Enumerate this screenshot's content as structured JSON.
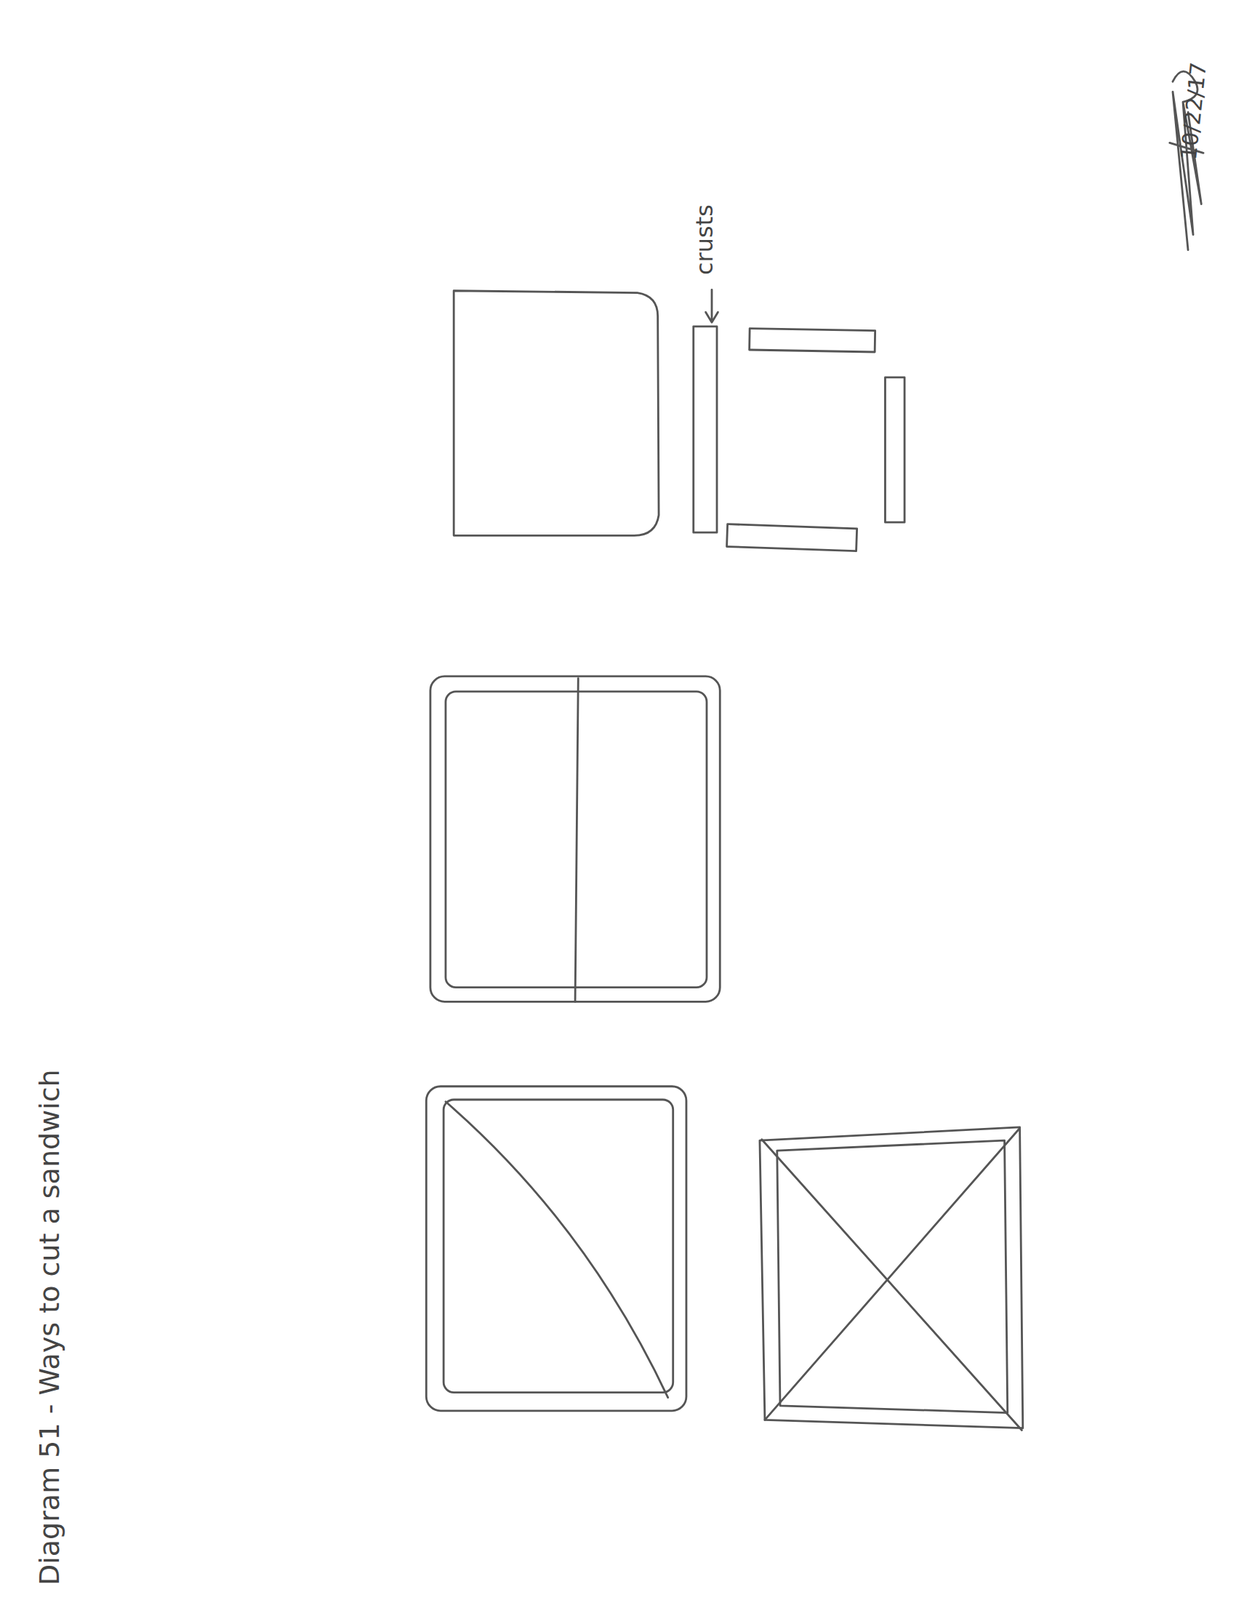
{
  "diagram": {
    "title": "Diagram 51 - Ways to cut a sandwich",
    "labels": [
      "crusts",
      "10/22/17"
    ]
  }
}
